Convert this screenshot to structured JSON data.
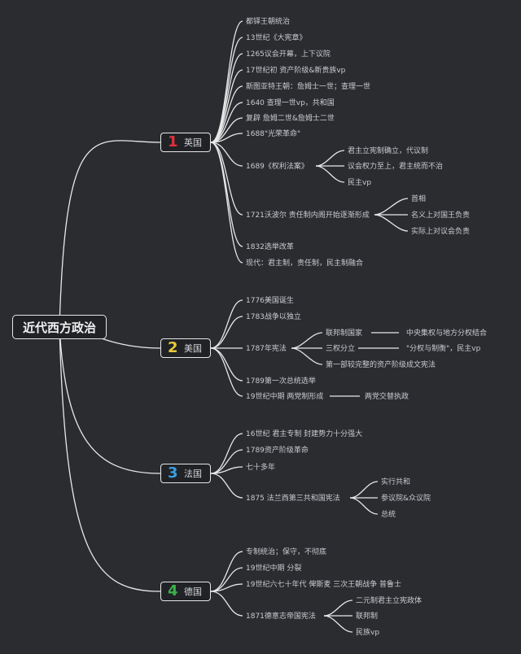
{
  "root": {
    "label": "近代西方政治"
  },
  "branches": [
    {
      "num": "1",
      "num_color": "#e0303a",
      "label": "英国",
      "items": [
        "都铎王朝统治",
        "13世纪《大宪章》",
        "1265议会开幕，上下议院",
        "17世纪初 资产阶级&新贵族vp",
        "斯图亚特王朝：詹姆士一世；查理一世",
        "1640 查理一世vp，共和国",
        "复辟 詹姆二世&詹姆士二世",
        "1688\"光荣革命\"",
        "1689《权利法案》",
        "1721沃波尔 责任制内阁开始逐渐形成",
        "1832选举改革",
        "现代：君主制，责任制，民主制融合"
      ],
      "sub_bill": [
        "君主立宪制确立，代议制",
        "议会权力至上，君主统而不治",
        "民主vp"
      ],
      "sub_cabinet": [
        "首相",
        "名义上对国王负责",
        "实际上对议会负责"
      ]
    },
    {
      "num": "2",
      "num_color": "#e8c93a",
      "label": "美国",
      "items": [
        "1776美国诞生",
        "1783战争以独立",
        "1787年宪法",
        "1789第一次总统选举",
        "19世纪中期 两党制形成"
      ],
      "sub_const": [
        "联邦制国家",
        "三权分立",
        "第一部较完整的资产阶级成文宪法"
      ],
      "sub_const_notes": [
        "中央集权与地方分权结合",
        "\"分权与制衡\"，民主vp"
      ],
      "party_note": "两党交替执政"
    },
    {
      "num": "3",
      "num_color": "#3a9ee0",
      "label": "法国",
      "items": [
        "16世纪 君主专制 封建势力十分强大",
        "1789资产阶级革命",
        "七十多年",
        "1875 法兰西第三共和国宪法"
      ],
      "sub_1875": [
        "实行共和",
        "参议院&众议院",
        "总统"
      ]
    },
    {
      "num": "4",
      "num_color": "#3ab24a",
      "label": "德国",
      "items": [
        "专制统治；保守，不彻底",
        "19世纪中期 分裂",
        "19世纪六七十年代 俾斯麦 三次王朝战争 普鲁士",
        "1871德意志帝国宪法"
      ],
      "sub_1871": [
        "二元制君主立宪政体",
        "联邦制",
        "民族vp"
      ]
    }
  ]
}
